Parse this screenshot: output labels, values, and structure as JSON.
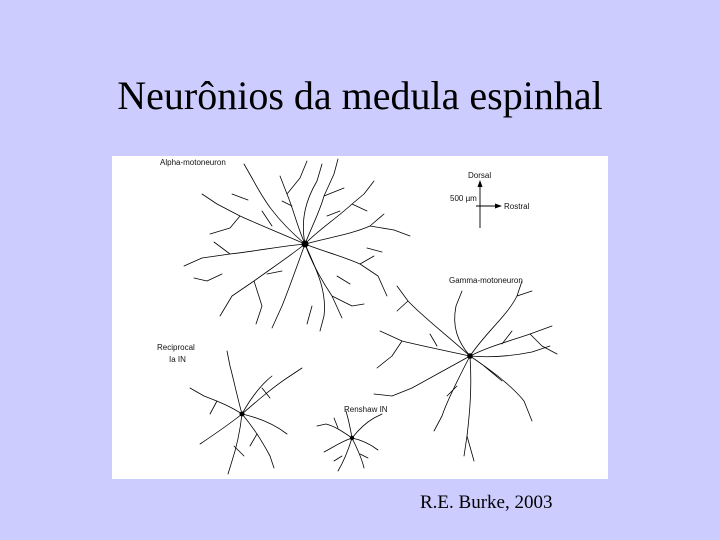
{
  "slide": {
    "title": "Neurônios da medula espinhal",
    "credit": "R.E. Burke, 2003"
  },
  "figure": {
    "labels": {
      "alpha": "Alpha-motoneuron",
      "gamma": "Gamma-motoneuron",
      "reciprocal_line1": "Reciprocal",
      "reciprocal_line2": "Ia IN",
      "renshaw": "Renshaw IN"
    },
    "orientation": {
      "dorsal": "Dorsal",
      "rostral": "Rostral",
      "scale": "500 µm"
    }
  }
}
